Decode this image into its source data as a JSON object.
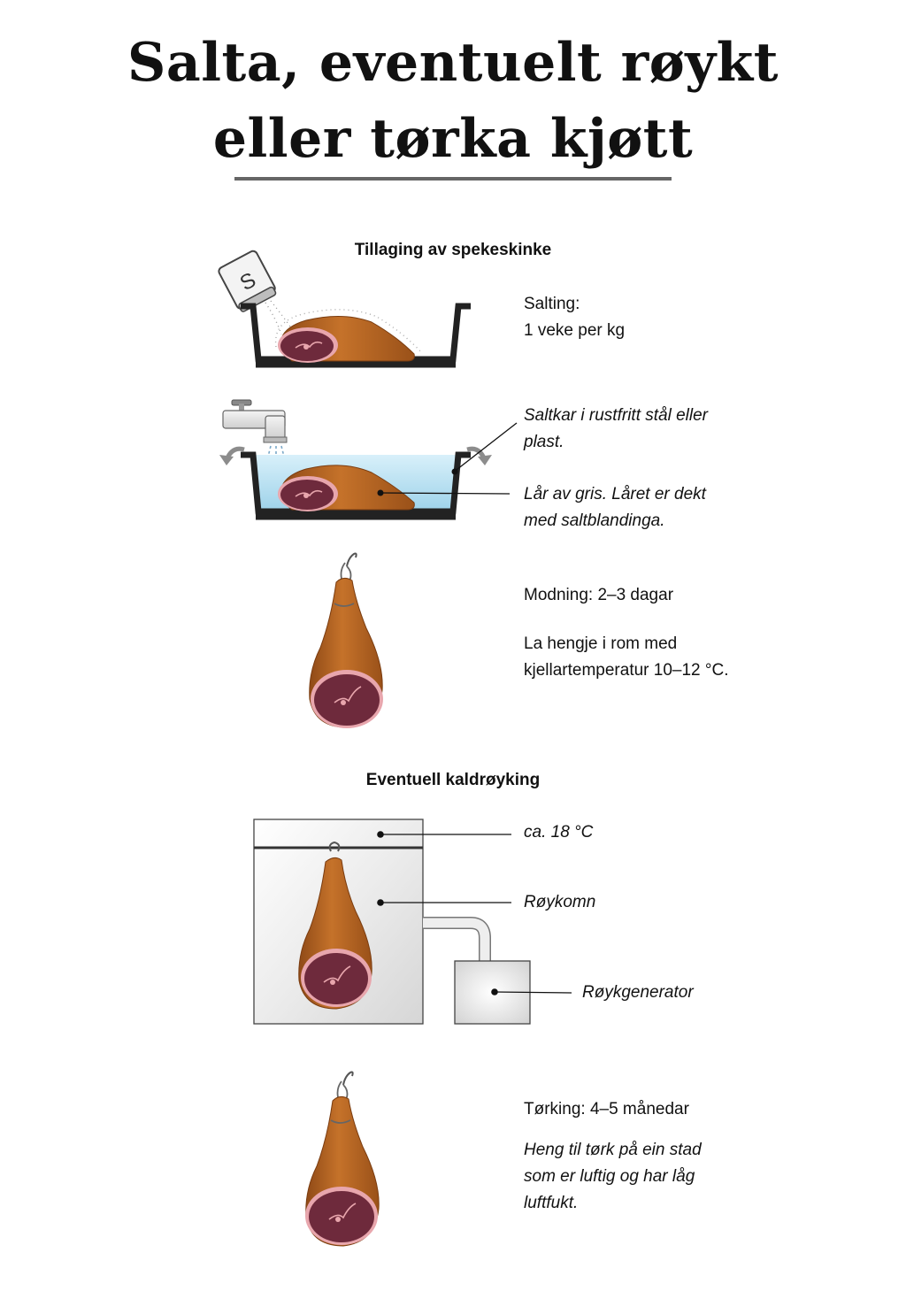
{
  "title": {
    "line1": "Salta, eventuelt røykt",
    "line2": "eller tørka kjøtt"
  },
  "section1": {
    "heading": "Tillaging av spekeskinke",
    "salting_line1": "Salting:",
    "salting_line2": "1 veke per kg",
    "shaker_letter": "S",
    "tank_line1": "Saltkar i rustfritt stål eller",
    "tank_line2": "plast.",
    "ham_line1": "Lår av gris. Låret er dekt",
    "ham_line2": "med saltblandinga.",
    "maturing_title": "Modning: 2–3 dagar",
    "maturing_line1": "La hengje i rom med",
    "maturing_line2": "kjellartemperatur 10–12 °C."
  },
  "section2": {
    "heading": "Eventuell kaldrøyking",
    "temp_label": "ca. 18 °C",
    "oven_label": "Røykomn",
    "generator_label": "Røykgenerator"
  },
  "section3": {
    "drying_title": "Tørking: 4–5 månedar",
    "drying_line1": "Heng til tørk på ein stad",
    "drying_line2": "som er luftig og har låg",
    "drying_line3": "luftfukt."
  },
  "colors": {
    "ham_skin": "#b5631f",
    "ham_meat": "#6e2a3c",
    "ham_fat": "#e8a6ad",
    "tank": "#222222",
    "water": "#bde3f2",
    "oven_fill": "#e6e6e6"
  }
}
